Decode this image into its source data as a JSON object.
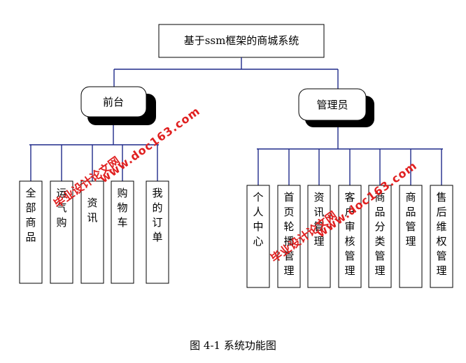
{
  "diagram": {
    "root": "基于ssm框架的商城系统",
    "front": {
      "label": "前台",
      "children": [
        "全部商品",
        "运气购",
        "资讯",
        "购物车",
        "我的订单"
      ]
    },
    "admin": {
      "label": "管理员",
      "children": [
        "个人中心",
        "首页轮播管理",
        "资讯管理",
        "客户审核管理",
        "商品分类管理",
        "商品管理",
        "售后维权管理"
      ]
    },
    "edge_color": "#1f2a8a"
  },
  "caption": "图 4-1 系统功能图",
  "watermark": {
    "cn": "毕业设计论文网",
    "url": "www.doc163.com",
    "color": "#e02020"
  }
}
